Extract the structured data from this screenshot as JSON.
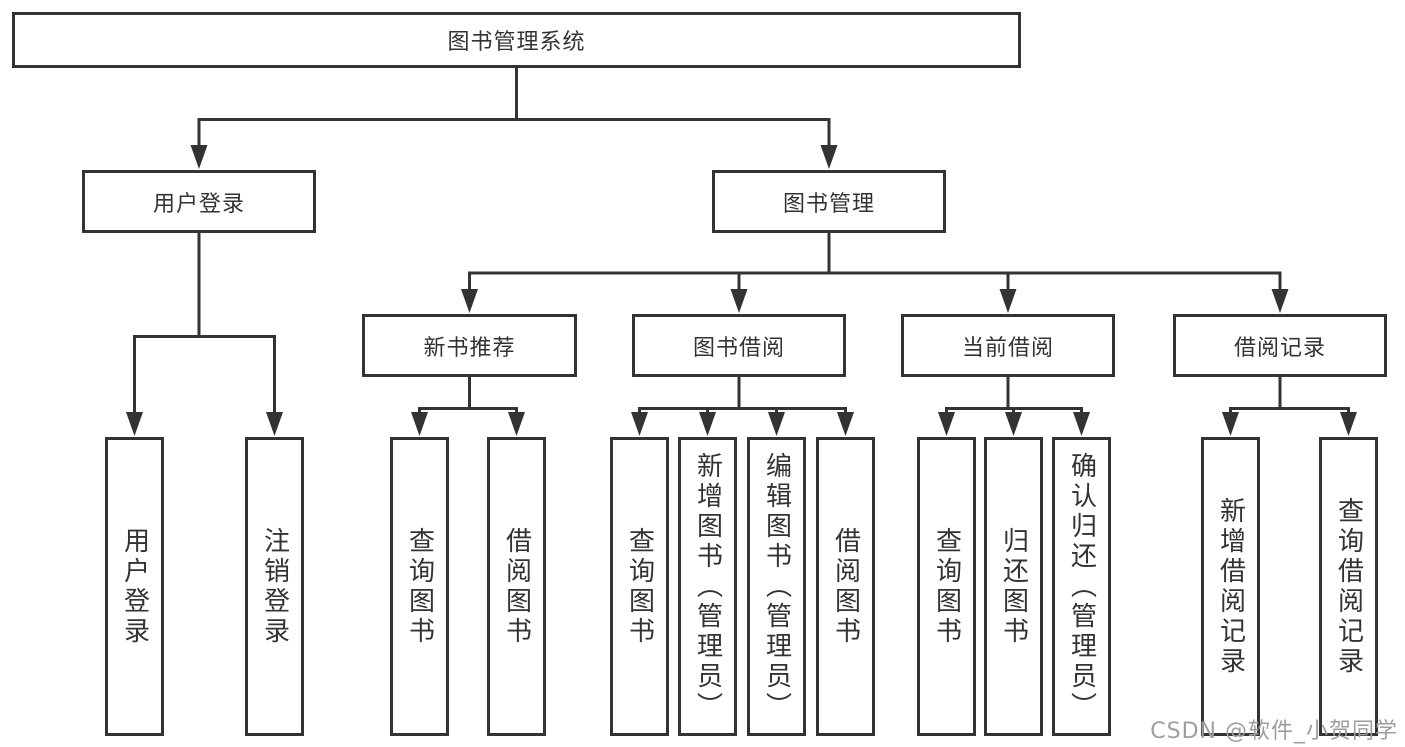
{
  "diagram": {
    "title": "图书管理系统",
    "type": "function-structure-tree",
    "hierarchy": {
      "root": [
        "login",
        "mgmt"
      ],
      "login": [
        "user_login",
        "logout"
      ],
      "mgmt": [
        "new_book",
        "borrow",
        "current",
        "record"
      ],
      "new_book": [
        "nb_query",
        "nb_borrow"
      ],
      "borrow": [
        "b_query",
        "b_add",
        "b_edit",
        "b_borrow"
      ],
      "current": [
        "c_query",
        "c_return",
        "c_confirm"
      ],
      "record": [
        "r_add",
        "r_query"
      ]
    }
  },
  "nodes": {
    "root": {
      "label": "图书管理系统"
    },
    "login": {
      "label": "用户登录"
    },
    "mgmt": {
      "label": "图书管理"
    },
    "user_login": {
      "label": "用户登录"
    },
    "logout": {
      "label": "注销登录"
    },
    "new_book": {
      "label": "新书推荐"
    },
    "borrow": {
      "label": "图书借阅"
    },
    "current": {
      "label": "当前借阅"
    },
    "record": {
      "label": "借阅记录"
    },
    "nb_query": {
      "label": "查询图书"
    },
    "nb_borrow": {
      "label": "借阅图书"
    },
    "b_query": {
      "label": "查询图书"
    },
    "b_add": {
      "label": "新增图书（管理员）"
    },
    "b_edit": {
      "label": "编辑图书（管理员）"
    },
    "b_borrow": {
      "label": "借阅图书"
    },
    "c_query": {
      "label": "查询图书"
    },
    "c_return": {
      "label": "归还图书"
    },
    "c_confirm": {
      "label": "确认归还（管理员）"
    },
    "r_add": {
      "label": "新增借阅记录"
    },
    "r_query": {
      "label": "查询借阅记录"
    }
  },
  "watermark": {
    "text": "CSDN @软件_小贺同学"
  },
  "colors": {
    "line": "#333333",
    "box_border": "#333333",
    "box_fill": "#ffffff",
    "text": "#333333",
    "watermark": "#9e9e9e",
    "background": "#ffffff"
  }
}
